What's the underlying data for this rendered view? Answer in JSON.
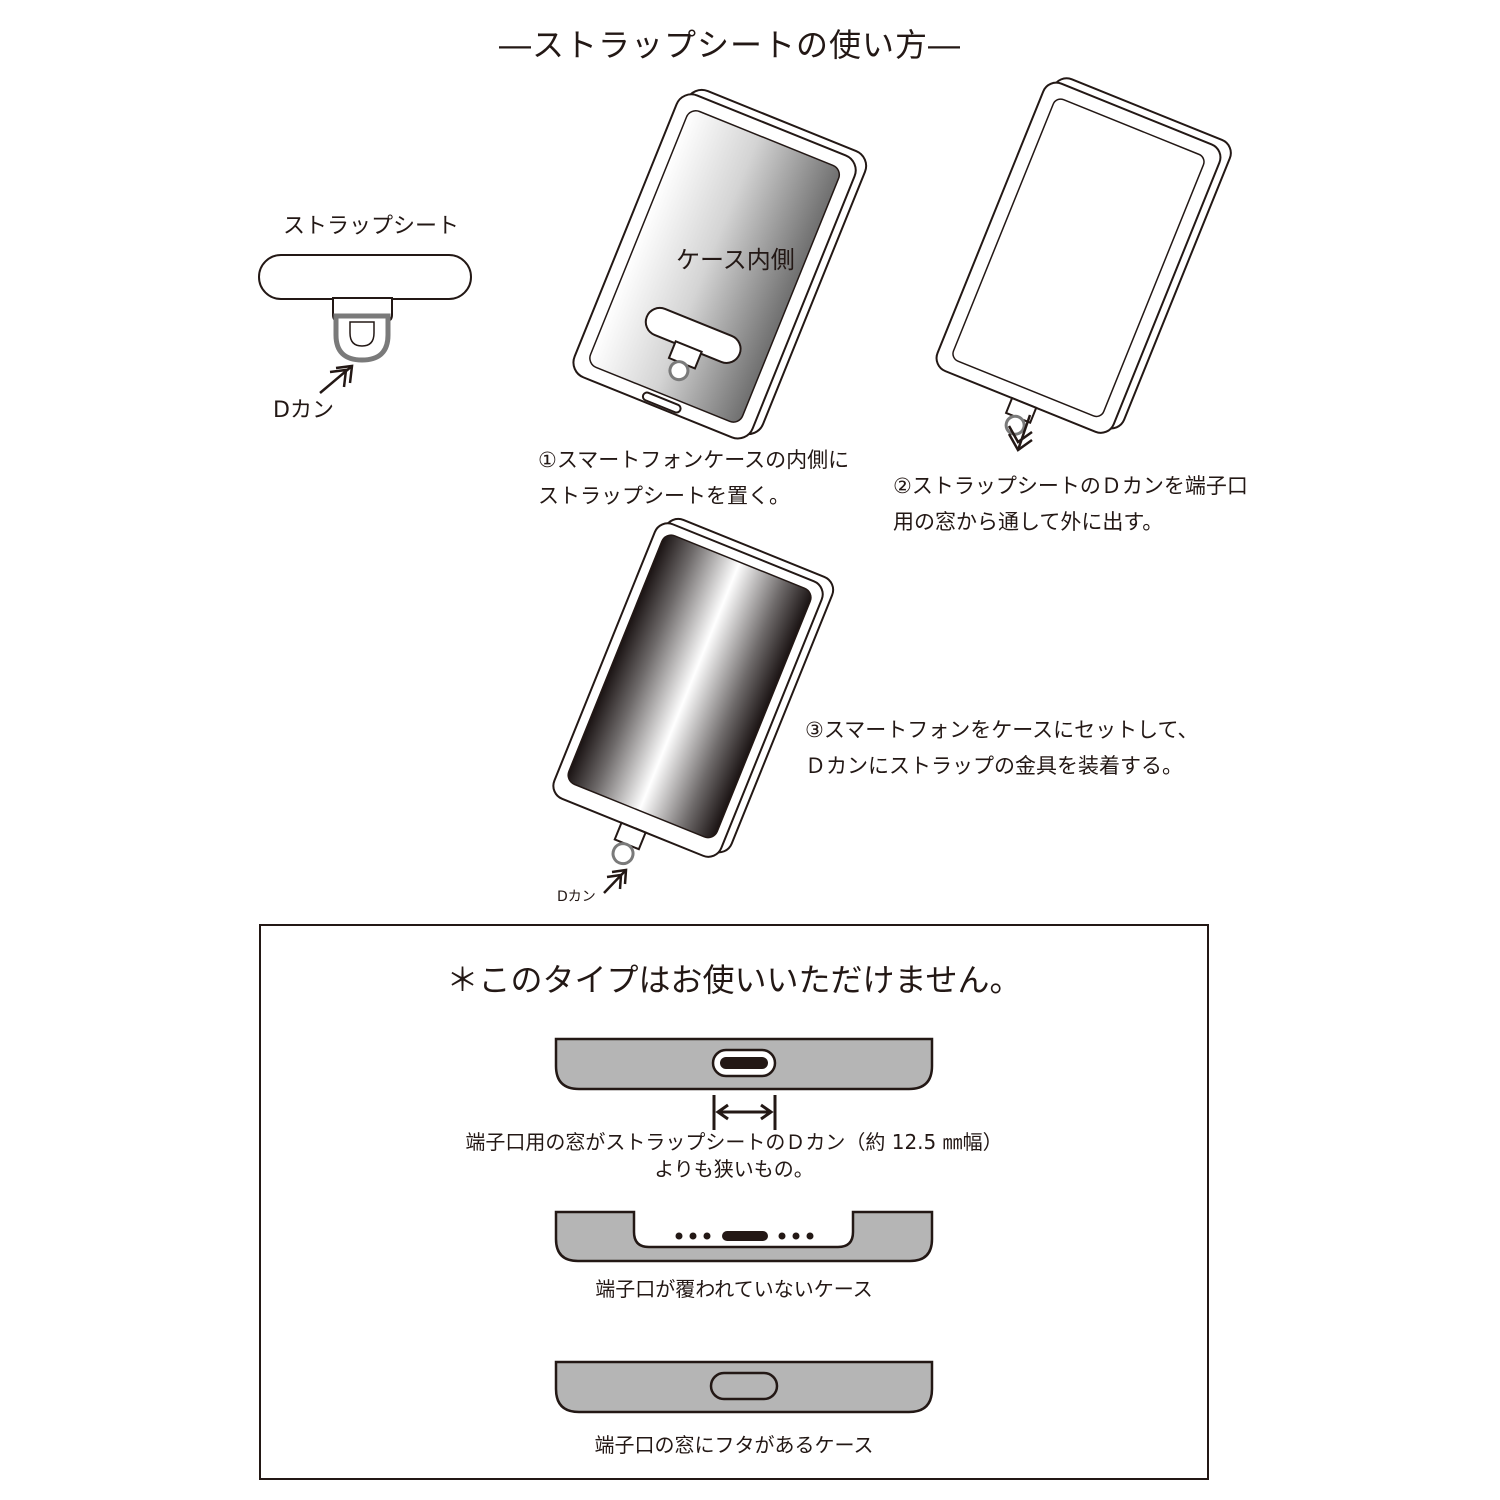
{
  "title": "―ストラップシートの使い方―",
  "labels": {
    "strap_sheet": "ストラップシート",
    "d_ring": "Dカン",
    "case_inside": "ケース内側",
    "d_ring_small": "Dカン"
  },
  "steps": [
    {
      "line1": "①スマートフォンケースの内側に",
      "line2": "ストラップシートを置く。"
    },
    {
      "line1": "②ストラップシートのＤカンを端子口",
      "line2": "用の窓から通して外に出す。"
    },
    {
      "line1": "③スマートフォンをケースにセットして、",
      "line2": "Ｄカンにストラップの金具を装着する。"
    }
  ],
  "notice": {
    "title": "＊このタイプはお使いいただけません。",
    "cases": [
      {
        "line1": "端子口用の窓がストラップシートのＤカン（約 12.5 ㎜幅）",
        "line2": "よりも狭いもの。"
      },
      {
        "line1": "端子口が覆われていないケース"
      },
      {
        "line1": "端子口の窓にフタがあるケース"
      }
    ]
  },
  "colors": {
    "line": "#231815",
    "case_gray": "#b5b5b5",
    "ring_gray": "#7a7a7a"
  }
}
